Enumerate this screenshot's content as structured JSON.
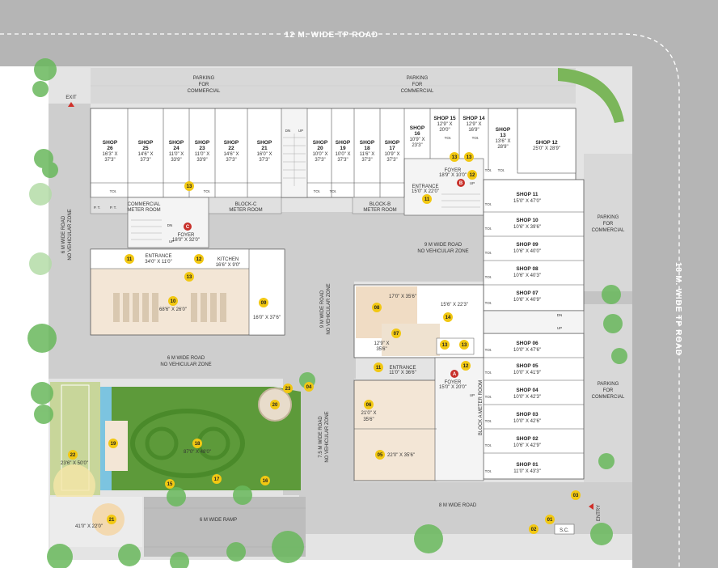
{
  "roads": {
    "top": "12 M. WIDE TP ROAD",
    "right": "18 M. WIDE TP ROAD",
    "ramp": "6 M WIDE RAMP",
    "west_lbl": "6 M WIDE ROAD",
    "nv": "NO VEHICULAR ZONE",
    "mid_h": "6 M WIDE ROAD",
    "central": "9 M WIDE ROAD",
    "vert1": "9 M WIDE ROAD",
    "vert2": "7.5 M WIDE ROAD",
    "bottom": "8 M WIDE ROAD"
  },
  "parking": {
    "l1": "PARKING",
    "l2": "FOR",
    "l3": "COMMERCIAL"
  },
  "labels": {
    "exit": "EXIT",
    "entry": "ENTRY",
    "dn": "DN",
    "up": "UP",
    "toi": "TOI.",
    "pt": "P. T.",
    "commercial_meter_1": "COMMERCIAL",
    "commercial_meter_2": "METER ROOM",
    "block_c_meter_1": "BLOCK-C",
    "block_c_meter_2": "METER ROOM",
    "block_b_meter_1": "BLOCK-B",
    "block_b_meter_2": "METER ROOM",
    "block_a_meter": "BLOCK A METER ROOM",
    "foyer": "FOYER",
    "foyer_c_dim": "18'0\" X 32'0\"",
    "foyer_b_dim": "18'9\" X 10'0\"",
    "foyer_a_dim": "15'0\" X 20'0\"",
    "entrance": "ENTRANCE",
    "entrance_c_dim": "34'0\" X 11'0\"",
    "entrance_b_dim": "15'0\" X 22'0\"",
    "entrance_a_dim": "11'0\" X 36'6\"",
    "kitchen": "KITCHEN",
    "kitchen_dim": "16'6\" X 9'0\"",
    "r10_dim": "68'6\" X 26'0\"",
    "r09_dim": "16'0\" X 37'6\"",
    "r08_dim": "17'0\" X 35'6\"",
    "r07_dim_1": "12'9\" X",
    "r07_dim_2": "35'6\"",
    "r14_dim": "15'6\" X 22'3\"",
    "r06_dim_1": "21'0\" X",
    "r06_dim_2": "35'6\"",
    "r05_dim": "22'0\" X 35'6\"",
    "r18_dim": "87'0\" X 48'0\"",
    "r22_dim": "23'6\" X 50'0\"",
    "r21_dim": "41'0\" X 22'0\"",
    "sc": "S.C."
  },
  "shops_top": [
    {
      "no": "SHOP",
      "id": "26",
      "d1": "16'3\" X",
      "d2": "37'3\""
    },
    {
      "no": "SHOP",
      "id": "25",
      "d1": "14'6\" X",
      "d2": "37'3\""
    },
    {
      "no": "SHOP",
      "id": "24",
      "d1": "11'0\" X",
      "d2": "33'9\""
    },
    {
      "no": "SHOP",
      "id": "23",
      "d1": "11'0\" X",
      "d2": "33'9\""
    },
    {
      "no": "SHOP",
      "id": "22",
      "d1": "14'6\" X",
      "d2": "37'3\""
    },
    {
      "no": "SHOP",
      "id": "21",
      "d1": "16'0\" X",
      "d2": "37'3\""
    },
    {
      "no": "SHOP",
      "id": "20",
      "d1": "10'0\" X",
      "d2": "37'3\""
    },
    {
      "no": "SHOP",
      "id": "19",
      "d1": "10'0\" X",
      "d2": "37'3\""
    },
    {
      "no": "SHOP",
      "id": "18",
      "d1": "11'6\" X",
      "d2": "37'3\""
    },
    {
      "no": "SHOP",
      "id": "17",
      "d1": "10'9\" X",
      "d2": "37'3\""
    },
    {
      "no": "SHOP",
      "id": "16",
      "d1": "10'9\" X",
      "d2": "23'3\""
    },
    {
      "no": "SHOP 15",
      "id": "",
      "d1": "12'9\" X",
      "d2": "20'0\""
    },
    {
      "no": "SHOP 14",
      "id": "",
      "d1": "12'9\" X",
      "d2": "16'9\""
    },
    {
      "no": "SHOP",
      "id": "13",
      "d1": "13'6\" X",
      "d2": "28'9\""
    },
    {
      "no": "SHOP 12",
      "id": "",
      "d1": "25'0\" X 28'9\"",
      "d2": ""
    }
  ],
  "shops_right": [
    {
      "name": "SHOP 11",
      "dim": "15'0\" X 47'0\""
    },
    {
      "name": "SHOP 10",
      "dim": "10'6\" X 39'6\""
    },
    {
      "name": "SHOP 09",
      "dim": "10'6\" X 40'0\""
    },
    {
      "name": "SHOP 08",
      "dim": "10'6\" X 40'3\""
    },
    {
      "name": "SHOP 07",
      "dim": "10'6\" X 40'9\""
    },
    {
      "name": "SHOP 06",
      "dim": "10'0\" X 47'6\""
    },
    {
      "name": "SHOP 05",
      "dim": "10'0\" X 41'9\""
    },
    {
      "name": "SHOP 04",
      "dim": "10'0\" X 42'3\""
    },
    {
      "name": "SHOP 03",
      "dim": "10'0\" X 42'6\""
    },
    {
      "name": "SHOP 02",
      "dim": "10'6\" X 42'9\""
    },
    {
      "name": "SHOP 01",
      "dim": "11'0\" X 43'3\""
    }
  ],
  "markers": {
    "m01": "01",
    "m02": "02",
    "m03": "03",
    "m04": "04",
    "m05": "05",
    "m06": "06",
    "m07": "07",
    "m08": "08",
    "m09": "09",
    "m10": "10",
    "m11": "11",
    "m12": "12",
    "m13": "13",
    "m14": "14",
    "m15": "15",
    "m16": "16",
    "m17": "17",
    "m18": "18",
    "m19": "19",
    "m20": "20",
    "m21": "21",
    "m22": "22",
    "m23": "23",
    "blockA": "A",
    "blockB": "B",
    "blockC": "C"
  },
  "colors": {
    "road": "#b5b5b5",
    "road_light": "#d4d4d4",
    "paving": "#e3e3e3",
    "lawn": "#5d9a3a",
    "amenity": "#f3e6d6",
    "marker": "#f2c812",
    "block_marker": "#c8302a",
    "tree": "#69b85c"
  }
}
